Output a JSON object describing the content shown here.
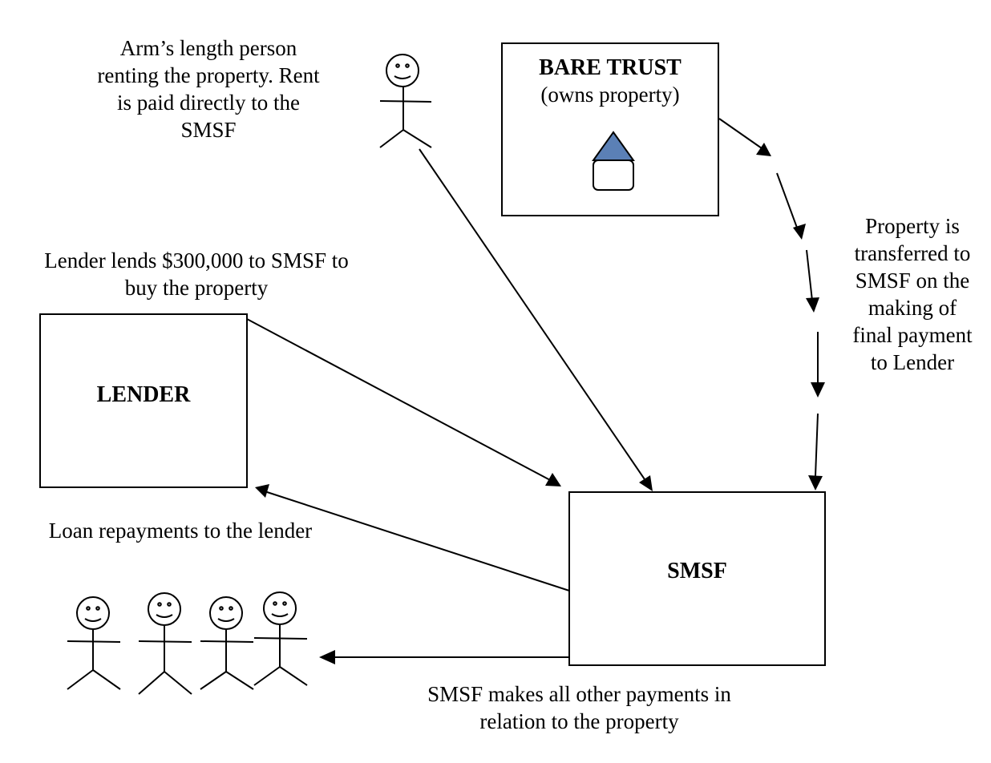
{
  "entities": {
    "bare_trust": {
      "title": "BARE TRUST",
      "subtitle": "(owns property)",
      "icon": "house-icon",
      "roof_color": "#5b80b6"
    },
    "lender": {
      "title": "LENDER"
    },
    "smsf": {
      "title": "SMSF"
    }
  },
  "labels": {
    "tenant": [
      "Arm’s length person",
      "renting the property. Rent",
      "is paid directly to the",
      "SMSF"
    ],
    "lender_loan": [
      "Lender lends $300,000 to SMSF to",
      "buy the property"
    ],
    "loan_repayments": [
      "Loan repayments to the lender"
    ],
    "property_transfer": [
      "Property is",
      "transferred to",
      "SMSF on the",
      "making of",
      "final payment",
      "to Lender"
    ],
    "other_payments": [
      "SMSF makes all other payments in",
      "relation to the property"
    ]
  },
  "people": {
    "tenant_count": 1,
    "members_count": 4
  },
  "flows": [
    {
      "from": "lender",
      "to": "smsf",
      "meaning": "loan"
    },
    {
      "from": "smsf",
      "to": "lender",
      "meaning": "loan repayments"
    },
    {
      "from": "tenant",
      "to": "smsf",
      "meaning": "rent"
    },
    {
      "from": "bare_trust",
      "to": "smsf",
      "meaning": "property transfer",
      "style": "dashed"
    },
    {
      "from": "smsf",
      "to": "members",
      "meaning": "other payments"
    }
  ]
}
